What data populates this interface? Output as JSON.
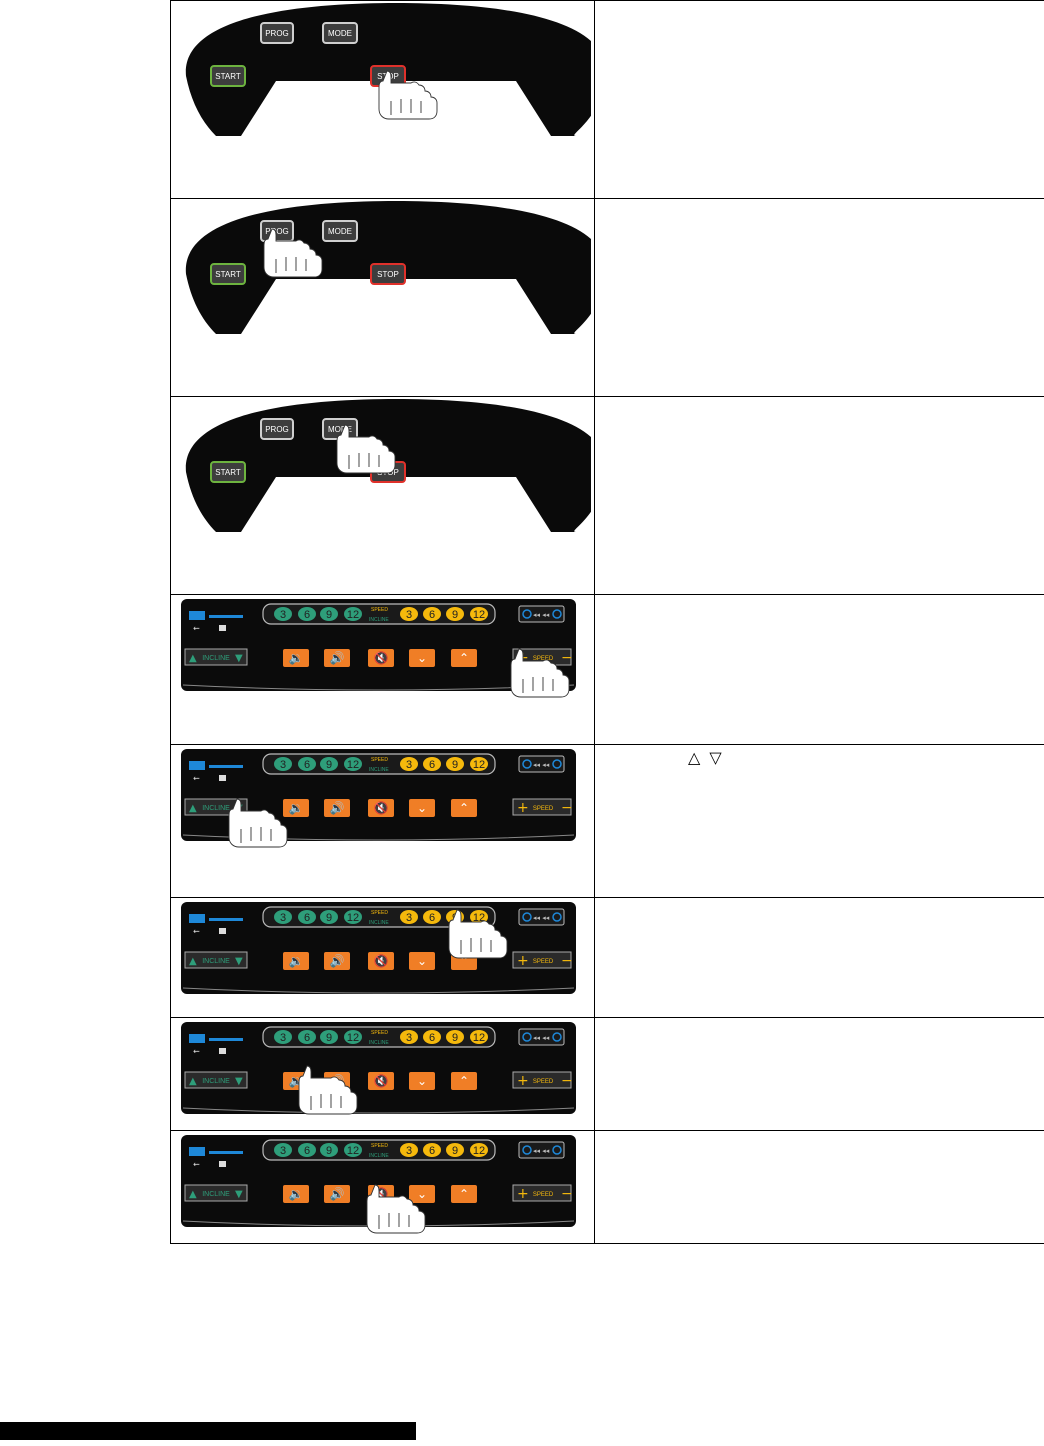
{
  "console_buttons": {
    "prog": "PROG",
    "mode": "MODE",
    "start": "START",
    "stop": "STOP"
  },
  "panel": {
    "incline_levels": [
      "3",
      "6",
      "9",
      "12"
    ],
    "speed_levels": [
      "3",
      "6",
      "9",
      "12"
    ],
    "incline_label": "INCLINE",
    "speed_label": "SPEED",
    "speed_tag": "SPEED",
    "incline_tag": "INCLINE"
  },
  "rows": [
    {
      "kind": "console",
      "pressed": "stop-button",
      "description": ""
    },
    {
      "kind": "console",
      "pressed": "prog-button",
      "description": ""
    },
    {
      "kind": "console",
      "pressed": "mode-button",
      "description": ""
    },
    {
      "kind": "panel",
      "pressed": "speed-plus-button",
      "description": ""
    },
    {
      "kind": "panel",
      "pressed": "incline-down-button",
      "description": ""
    },
    {
      "kind": "panel",
      "pressed": "speed-9-button",
      "description": ""
    },
    {
      "kind": "panel",
      "pressed": "volume-up-button",
      "description": ""
    },
    {
      "kind": "panel",
      "pressed": "mute-button",
      "description": ""
    }
  ],
  "arrow_note": "△ ▽",
  "colors": {
    "console_bg": "#0a0a0a",
    "start_border": "#6db33f",
    "stop_border": "#e0312b",
    "key_bg": "#3d3d3d",
    "incline_key": "#2e9e7a",
    "speed_key": "#f5b90c",
    "orange_key": "#f07e26",
    "usb_blue": "#1e88d8"
  }
}
